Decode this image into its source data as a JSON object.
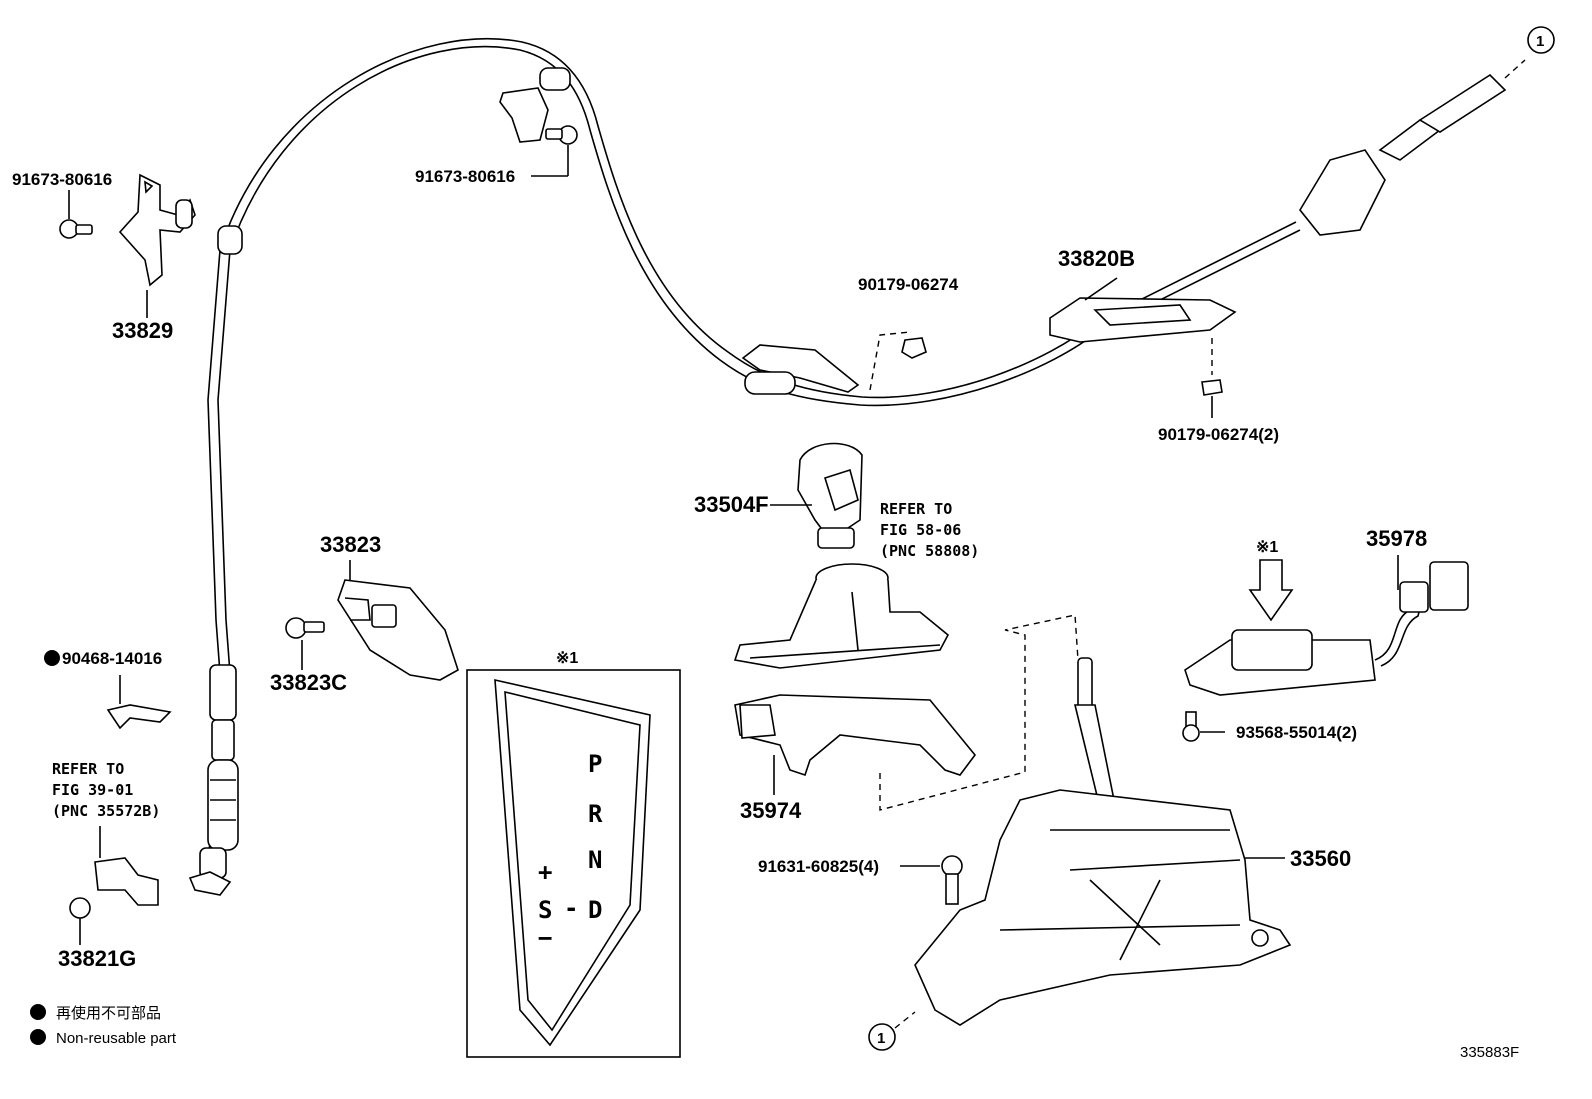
{
  "parts": {
    "p91673_left": "91673-80616",
    "p33829": "33829",
    "p91673_mid": "91673-80616",
    "p33820B": "33820B",
    "p90179_top": "90179-06274",
    "p90179_bottom": "90179-06274(2)",
    "p33504F": "33504F",
    "p33823": "33823",
    "p33823C": "33823C",
    "p90468": "90468-14016",
    "p33821G": "33821G",
    "p35978": "35978",
    "p93568": "93568-55014(2)",
    "p35974": "35974",
    "p91631": "91631-60825(4)",
    "p33560": "33560"
  },
  "refs": {
    "fig58": [
      "REFER TO",
      "FIG 58-06",
      "(PNC 58808)"
    ],
    "fig39": [
      "REFER TO",
      "FIG 39-01",
      "(PNC 35572B)"
    ]
  },
  "markers": {
    "circle1": "1",
    "note_ref": "※1"
  },
  "gate_letters": {
    "p": "P",
    "r": "R",
    "n": "N",
    "d": "D",
    "plus": "+",
    "s": "S",
    "dash": "-",
    "minus": "−"
  },
  "legend": {
    "jp": "再使用不可部品",
    "en": "Non-reusable part"
  },
  "figure_id": "335883F"
}
